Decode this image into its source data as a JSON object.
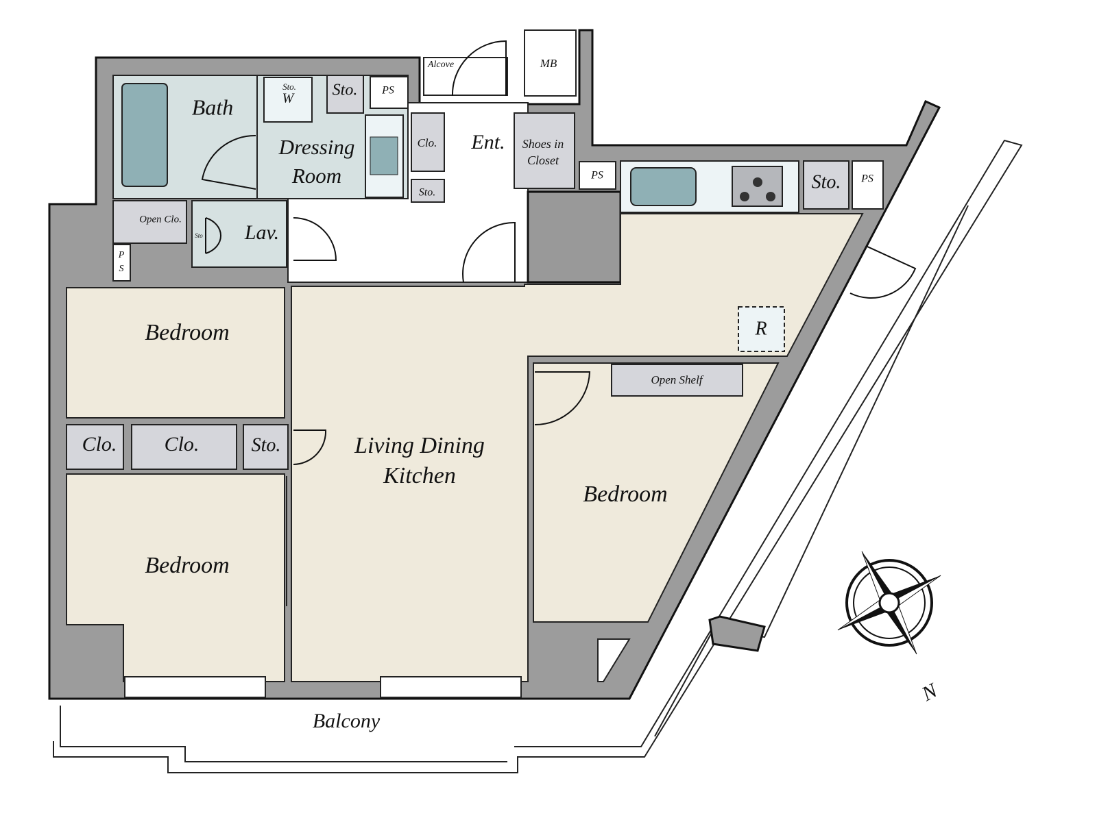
{
  "rooms": {
    "bath": "Bath",
    "dressing_room_1": "Dressing",
    "dressing_room_2": "Room",
    "sto_washer": "Sto.",
    "washer": "W",
    "sto_top": "Sto.",
    "ps_top": "PS",
    "alcove": "Alcove",
    "mb": "MB",
    "clo_entrance": "Clo.",
    "entrance": "Ent.",
    "shoes_closet_1": "Shoes in",
    "shoes_closet_2": "Closet",
    "sto_entrance": "Sto.",
    "ps_kitchen_left": "PS",
    "sto_kitchen": "Sto.",
    "ps_kitchen_right": "PS",
    "open_clo": "Open Clo.",
    "ps_left_1": "P",
    "ps_left_2": "S",
    "lav": "Lav.",
    "sto_lav": "Sto",
    "bedroom_top_left": "Bedroom",
    "clo_1": "Clo.",
    "clo_2": "Clo.",
    "sto_bedroom": "Sto.",
    "bedroom_bottom_left": "Bedroom",
    "ldk_1": "Living Dining",
    "ldk_2": "Kitchen",
    "refrigerator": "R",
    "open_shelf": "Open Shelf",
    "bedroom_right": "Bedroom",
    "balcony": "Balcony"
  },
  "compass": {
    "north_label": "N"
  },
  "colors": {
    "wall": "#9c9c9c",
    "living": "#efeadc",
    "wet_area": "#d6e1e1",
    "storage": "#d5d6db"
  }
}
